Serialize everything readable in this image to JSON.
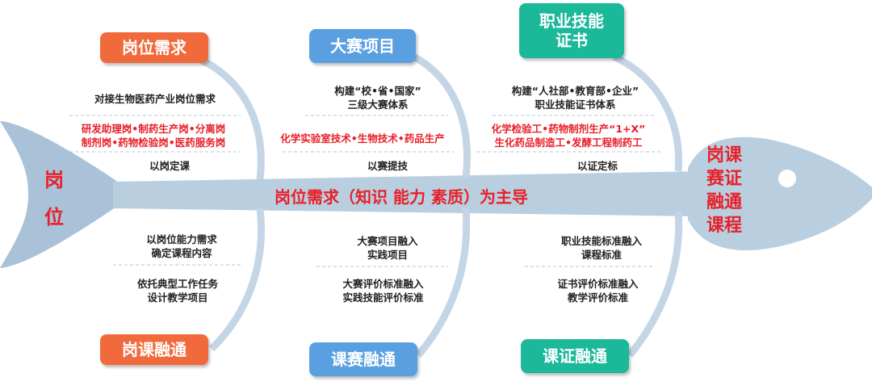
{
  "head_label": "岗\n位",
  "tail_label": "岗课\n赛证\n融通\n课程",
  "spine_label": "岗位需求（知识 能力 素质）为主导",
  "columns": [
    {
      "top_title": "岗位需求",
      "bottom_title": "岗课融通",
      "color": "#f06a3c",
      "upper_items": [
        "对接生物医药产业岗位需求",
        "研发助理岗•制药生产岗•分离岗\n制剂岗•药物检验岗•医药服务岗",
        "以岗定课"
      ],
      "lower_items": [
        "以岗位能力需求\n确定课程内容",
        "依托典型工作任务\n设计教学项目"
      ]
    },
    {
      "top_title": "大赛项目",
      "bottom_title": "课赛融通",
      "color": "#5aa0e0",
      "upper_items": [
        "构建“校•省•国家”\n三级大赛体系",
        "化学实验室技术•生物技术•药品生产",
        "以赛提技"
      ],
      "lower_items": [
        "大赛项目融入\n实践项目",
        "大赛评价标准融入\n实践技能评价标准"
      ]
    },
    {
      "top_title": "职业技能\n证书",
      "bottom_title": "课证融通",
      "color": "#1bb89a",
      "upper_items": [
        "构建“人社部•教育部•企业”\n职业技能证书体系",
        "化学检验工•药物制剂生产“1+X”\n生化药品制造工•发酵工程制药工",
        "以证定标"
      ],
      "lower_items": [
        "职业技能标准融入\n课程标准",
        "证书评价标准融入\n教学评价标准"
      ]
    }
  ],
  "colors": {
    "fish_body": "#b9cfe0",
    "fish_tail": "#a9c2d8",
    "bone": "#c4d6e6",
    "accent_red": "#e8202a"
  }
}
